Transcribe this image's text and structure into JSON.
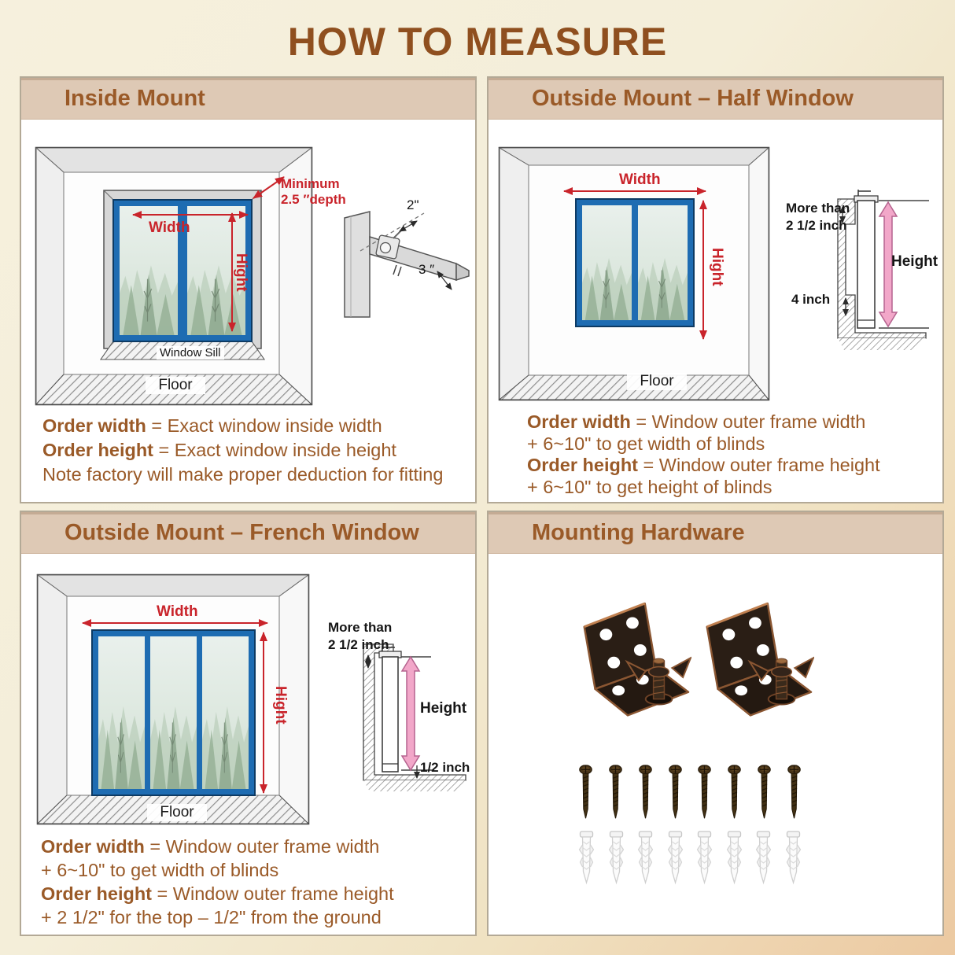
{
  "page": {
    "title": "HOW TO MEASURE"
  },
  "colors": {
    "accent_red": "#c9242b",
    "brand_brown": "#9a5a28",
    "header_bg": "#dec9b5",
    "window_blue": "#1e6cb2",
    "pink_arrow": "#f2a7c9"
  },
  "panels": {
    "inside": {
      "header": "Inside Mount",
      "labels": {
        "width": "Width",
        "height": "Hight",
        "depth1": "Minimum",
        "depth2": "2.5 ″depth",
        "sill": "Window Sill",
        "floor": "Floor",
        "dim2": "2\"",
        "dim3": "3 ″"
      },
      "notes": [
        {
          "b": "Order width",
          "r": " = Exact window inside width"
        },
        {
          "b": "Order height",
          "r": " = Exact window inside height"
        },
        {
          "b": "",
          "r": "Note factory will make proper deduction for fitting"
        }
      ]
    },
    "half": {
      "header": "Outside Mount – Half Window",
      "labels": {
        "width": "Width",
        "height": "Hight",
        "floor": "Floor",
        "more1": "More than",
        "more2": "2 1/2 inch",
        "gap": "4 inch",
        "profile_height": "Height"
      },
      "notes": [
        {
          "b": "Order width",
          "r": " = Window outer frame width"
        },
        {
          "b": "",
          "r": "+ 6~10\" to get width of blinds"
        },
        {
          "b": "Order height",
          "r": " = Window outer frame height"
        },
        {
          "b": "",
          "r": "+ 6~10\" to get height of blinds"
        }
      ]
    },
    "french": {
      "header": "Outside Mount – French Window",
      "labels": {
        "width": "Width",
        "height": "Hight",
        "floor": "Floor",
        "more1": "More than",
        "more2": "2 1/2 inch",
        "gap": "1/2 inch",
        "profile_height": "Height"
      },
      "notes": [
        {
          "b": "Order width",
          "r": " = Window outer frame width"
        },
        {
          "b": "",
          "r": "+ 6~10\" to get width of blinds"
        },
        {
          "b": "Order height",
          "r": " = Window outer frame height"
        },
        {
          "b": "",
          "r": "+ 2 1/2\" for the top – 1/2\" from the ground"
        }
      ]
    },
    "hardware": {
      "header": "Mounting Hardware",
      "bracket_count": 2,
      "screw_count": 8,
      "anchor_count": 8
    }
  }
}
